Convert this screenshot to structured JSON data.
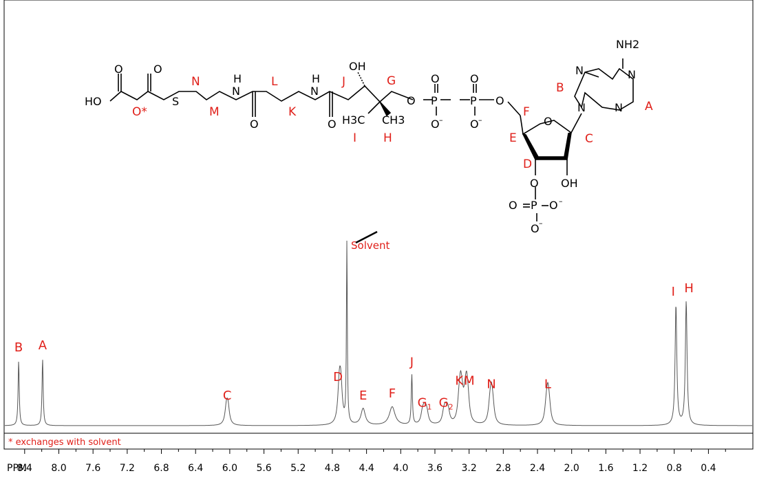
{
  "chart_data": {
    "type": "line",
    "title": "",
    "xlabel": "PPM",
    "ylabel": "",
    "xlim": [
      8.64,
      -0.12
    ],
    "reversed_x": true,
    "grid": false,
    "x_ticks": [
      "8.4",
      "8.0",
      "7.6",
      "7.2",
      "6.8",
      "6.4",
      "6.0",
      "5.6",
      "5.2",
      "4.8",
      "4.4",
      "4.0",
      "3.6",
      "3.2",
      "2.8",
      "2.4",
      "2.0",
      "1.6",
      "1.2",
      "0.8",
      "0.4"
    ],
    "x_tick_values": [
      8.4,
      8.0,
      7.6,
      7.2,
      6.8,
      6.4,
      6.0,
      5.6,
      5.2,
      4.8,
      4.4,
      4.0,
      3.6,
      3.2,
      2.8,
      2.4,
      2.0,
      1.6,
      1.2,
      0.8,
      0.4
    ],
    "peaks": [
      {
        "label": "B",
        "ppm": 8.47,
        "intensity": 0.35,
        "width": 0.008
      },
      {
        "label": "A",
        "ppm": 8.19,
        "intensity": 0.36,
        "width": 0.008
      },
      {
        "label": "C",
        "ppm": 6.03,
        "intensity": 0.09,
        "width": 0.02,
        "splitting": 2
      },
      {
        "label": "D",
        "ppm": 4.71,
        "intensity": 0.19,
        "width": 0.02,
        "splitting": 2
      },
      {
        "label": "Solvent",
        "ppm": 4.63,
        "intensity": 1.0,
        "width": 0.006,
        "truncated": true
      },
      {
        "label": "E",
        "ppm": 4.44,
        "intensity": 0.09,
        "width": 0.03
      },
      {
        "label": "F",
        "ppm": 4.1,
        "intensity": 0.1,
        "width": 0.04
      },
      {
        "label": "J",
        "ppm": 3.87,
        "intensity": 0.27,
        "width": 0.008
      },
      {
        "label": "G",
        "sub": "1",
        "ppm": 3.72,
        "intensity": 0.05,
        "width": 0.02,
        "splitting": 4
      },
      {
        "label": "G",
        "sub": "2",
        "ppm": 3.47,
        "intensity": 0.05,
        "width": 0.02,
        "splitting": 4
      },
      {
        "label": "K",
        "ppm": 3.3,
        "intensity": 0.17,
        "width": 0.02,
        "splitting": 3
      },
      {
        "label": "M",
        "ppm": 3.23,
        "intensity": 0.17,
        "width": 0.02,
        "splitting": 3
      },
      {
        "label": "N",
        "ppm": 2.94,
        "intensity": 0.15,
        "width": 0.02,
        "splitting": 3
      },
      {
        "label": "L",
        "ppm": 2.28,
        "intensity": 0.15,
        "width": 0.02,
        "splitting": 3
      },
      {
        "label": "I",
        "ppm": 0.78,
        "intensity": 0.65,
        "width": 0.012
      },
      {
        "label": "H",
        "ppm": 0.66,
        "intensity": 0.67,
        "width": 0.012
      }
    ],
    "solvent_label": "Solvent",
    "footnote": "* exchanges with solvent"
  },
  "molecule": {
    "atoms": [
      "HO",
      "O",
      "O",
      "S",
      "H",
      "N",
      "O",
      "H",
      "N",
      "O",
      "OH",
      "H3C",
      "CH3",
      "O",
      "P",
      "O",
      "O",
      "–",
      "P",
      "O",
      "O",
      "–",
      "O",
      "O",
      "N",
      "N",
      "N",
      "N",
      "NH2",
      "OH",
      "O",
      "O",
      "P",
      "O",
      "–",
      "O",
      "–",
      "*"
    ],
    "labels": [
      "A",
      "B",
      "C",
      "D",
      "E",
      "F",
      "G",
      "H",
      "I",
      "J",
      "K",
      "L",
      "M",
      "N",
      "O*"
    ],
    "color": "#e0201a"
  },
  "colors": {
    "spectrum": "#555555",
    "label": "#e0201a",
    "axis": "#000000"
  }
}
